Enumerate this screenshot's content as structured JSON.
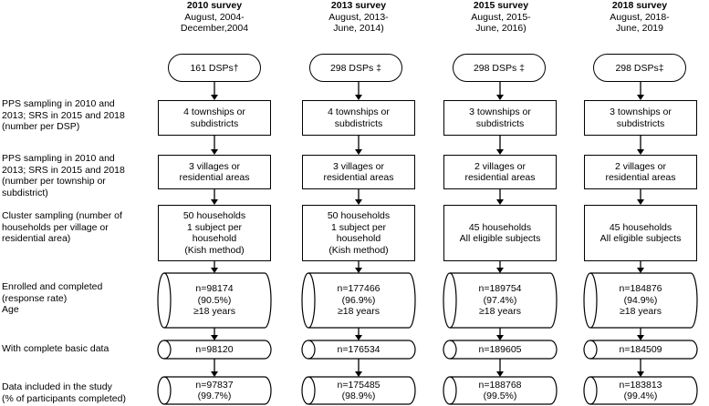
{
  "row_labels": {
    "townships": [
      "PPS sampling in 2010 and",
      "2013; SRS in 2015 and 2018",
      "(number per DSP)"
    ],
    "villages": [
      "PPS sampling in 2010 and",
      "2013; SRS in 2015 and 2018",
      "(number per township or",
      "subdistrict)"
    ],
    "households": [
      "Cluster sampling (number of",
      "households per village or",
      "residential area)"
    ],
    "enrolled": [
      "Enrolled and completed",
      "(response rate)",
      "Age"
    ],
    "complete": [
      "With complete basic data"
    ],
    "included": [
      "Data included in the study",
      "(% of participants completed)"
    ]
  },
  "surveys": [
    {
      "year": "2010 survey",
      "period": [
        "August, 2004-",
        "December,2004"
      ],
      "dsps": "161 DSPs†",
      "townships": [
        "4 townships or",
        "subdistricts"
      ],
      "villages": [
        "3 villages or",
        "residential areas"
      ],
      "households": [
        "50 households",
        "1 subject per",
        "household",
        "(Kish method)"
      ],
      "enrolled": [
        "n=98174",
        "(90.5%)",
        "≥18 years"
      ],
      "complete": "n=98120",
      "included": [
        "n=97837",
        "(99.7%)"
      ]
    },
    {
      "year": "2013 survey",
      "period": [
        "August, 2013-",
        "June, 2014)"
      ],
      "dsps": "298 DSPs ‡",
      "townships": [
        "4 townships or",
        "subdistricts"
      ],
      "villages": [
        "3 villages or",
        "residential areas"
      ],
      "households": [
        "50 households",
        "1 subject per",
        "household",
        "(Kish method)"
      ],
      "enrolled": [
        "n=177466",
        "(96.9%)",
        "≥18 years"
      ],
      "complete": "n=176534",
      "included": [
        "n=175485",
        "(98.9%)"
      ]
    },
    {
      "year": "2015 survey",
      "period": [
        "August, 2015-",
        "June, 2016)"
      ],
      "dsps": "298 DSPs ‡",
      "townships": [
        "3 townships or",
        "subdistricts"
      ],
      "villages": [
        "2 villages or",
        "residential areas"
      ],
      "households": [
        "45 households",
        "All eligible subjects"
      ],
      "enrolled": [
        "n=189754",
        "(97.4%)",
        "≥18 years"
      ],
      "complete": "n=189605",
      "included": [
        "n=188768",
        "(99.5%)"
      ]
    },
    {
      "year": "2018 survey",
      "period": [
        "August, 2018-",
        "June, 2019"
      ],
      "dsps": "298 DSPs‡",
      "townships": [
        "3 townships or",
        "subdistricts"
      ],
      "villages": [
        "2 villages or",
        "residential areas"
      ],
      "households": [
        "45 households",
        "All eligible subjects"
      ],
      "enrolled": [
        "n=184876",
        "(94.9%)",
        "≥18 years"
      ],
      "complete": "n=184509",
      "included": [
        "n=183813",
        "(99.4%)"
      ]
    }
  ]
}
